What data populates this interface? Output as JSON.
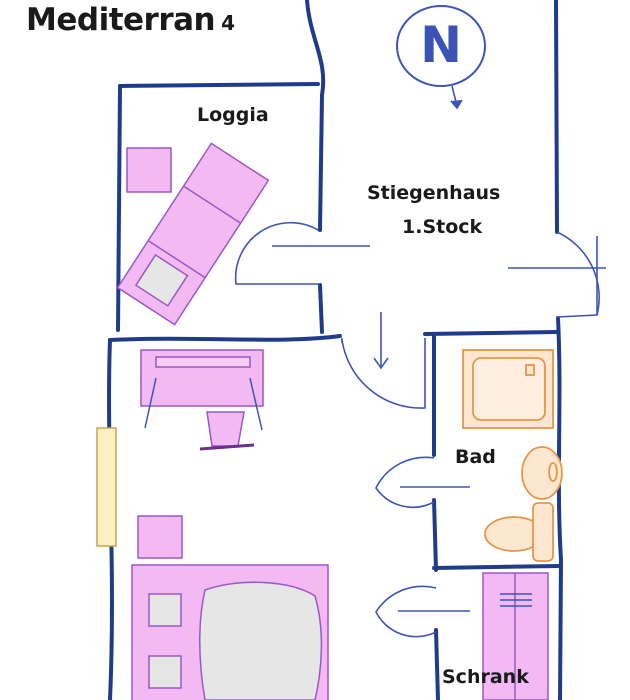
{
  "title": {
    "name": "Mediterran",
    "number": "4"
  },
  "compass": {
    "letter": "N"
  },
  "rooms": {
    "loggia": "Loggia",
    "staircase_line1": "Stiegenhaus",
    "staircase_line2": "1.Stock",
    "bath": "Bad",
    "closet": "Schrank"
  },
  "colors": {
    "wall": "#1f3c8c",
    "door": "#3b55b8",
    "furniture_fill": "#f2b9f2",
    "furniture_stroke": "#9a58c6",
    "bed_sheet": "#e6e6e6",
    "bath_fill": "#fde7d0",
    "bath_stroke": "#e6964a",
    "window_fill": "#fbf0c2",
    "window_stroke": "#c9a64c"
  }
}
